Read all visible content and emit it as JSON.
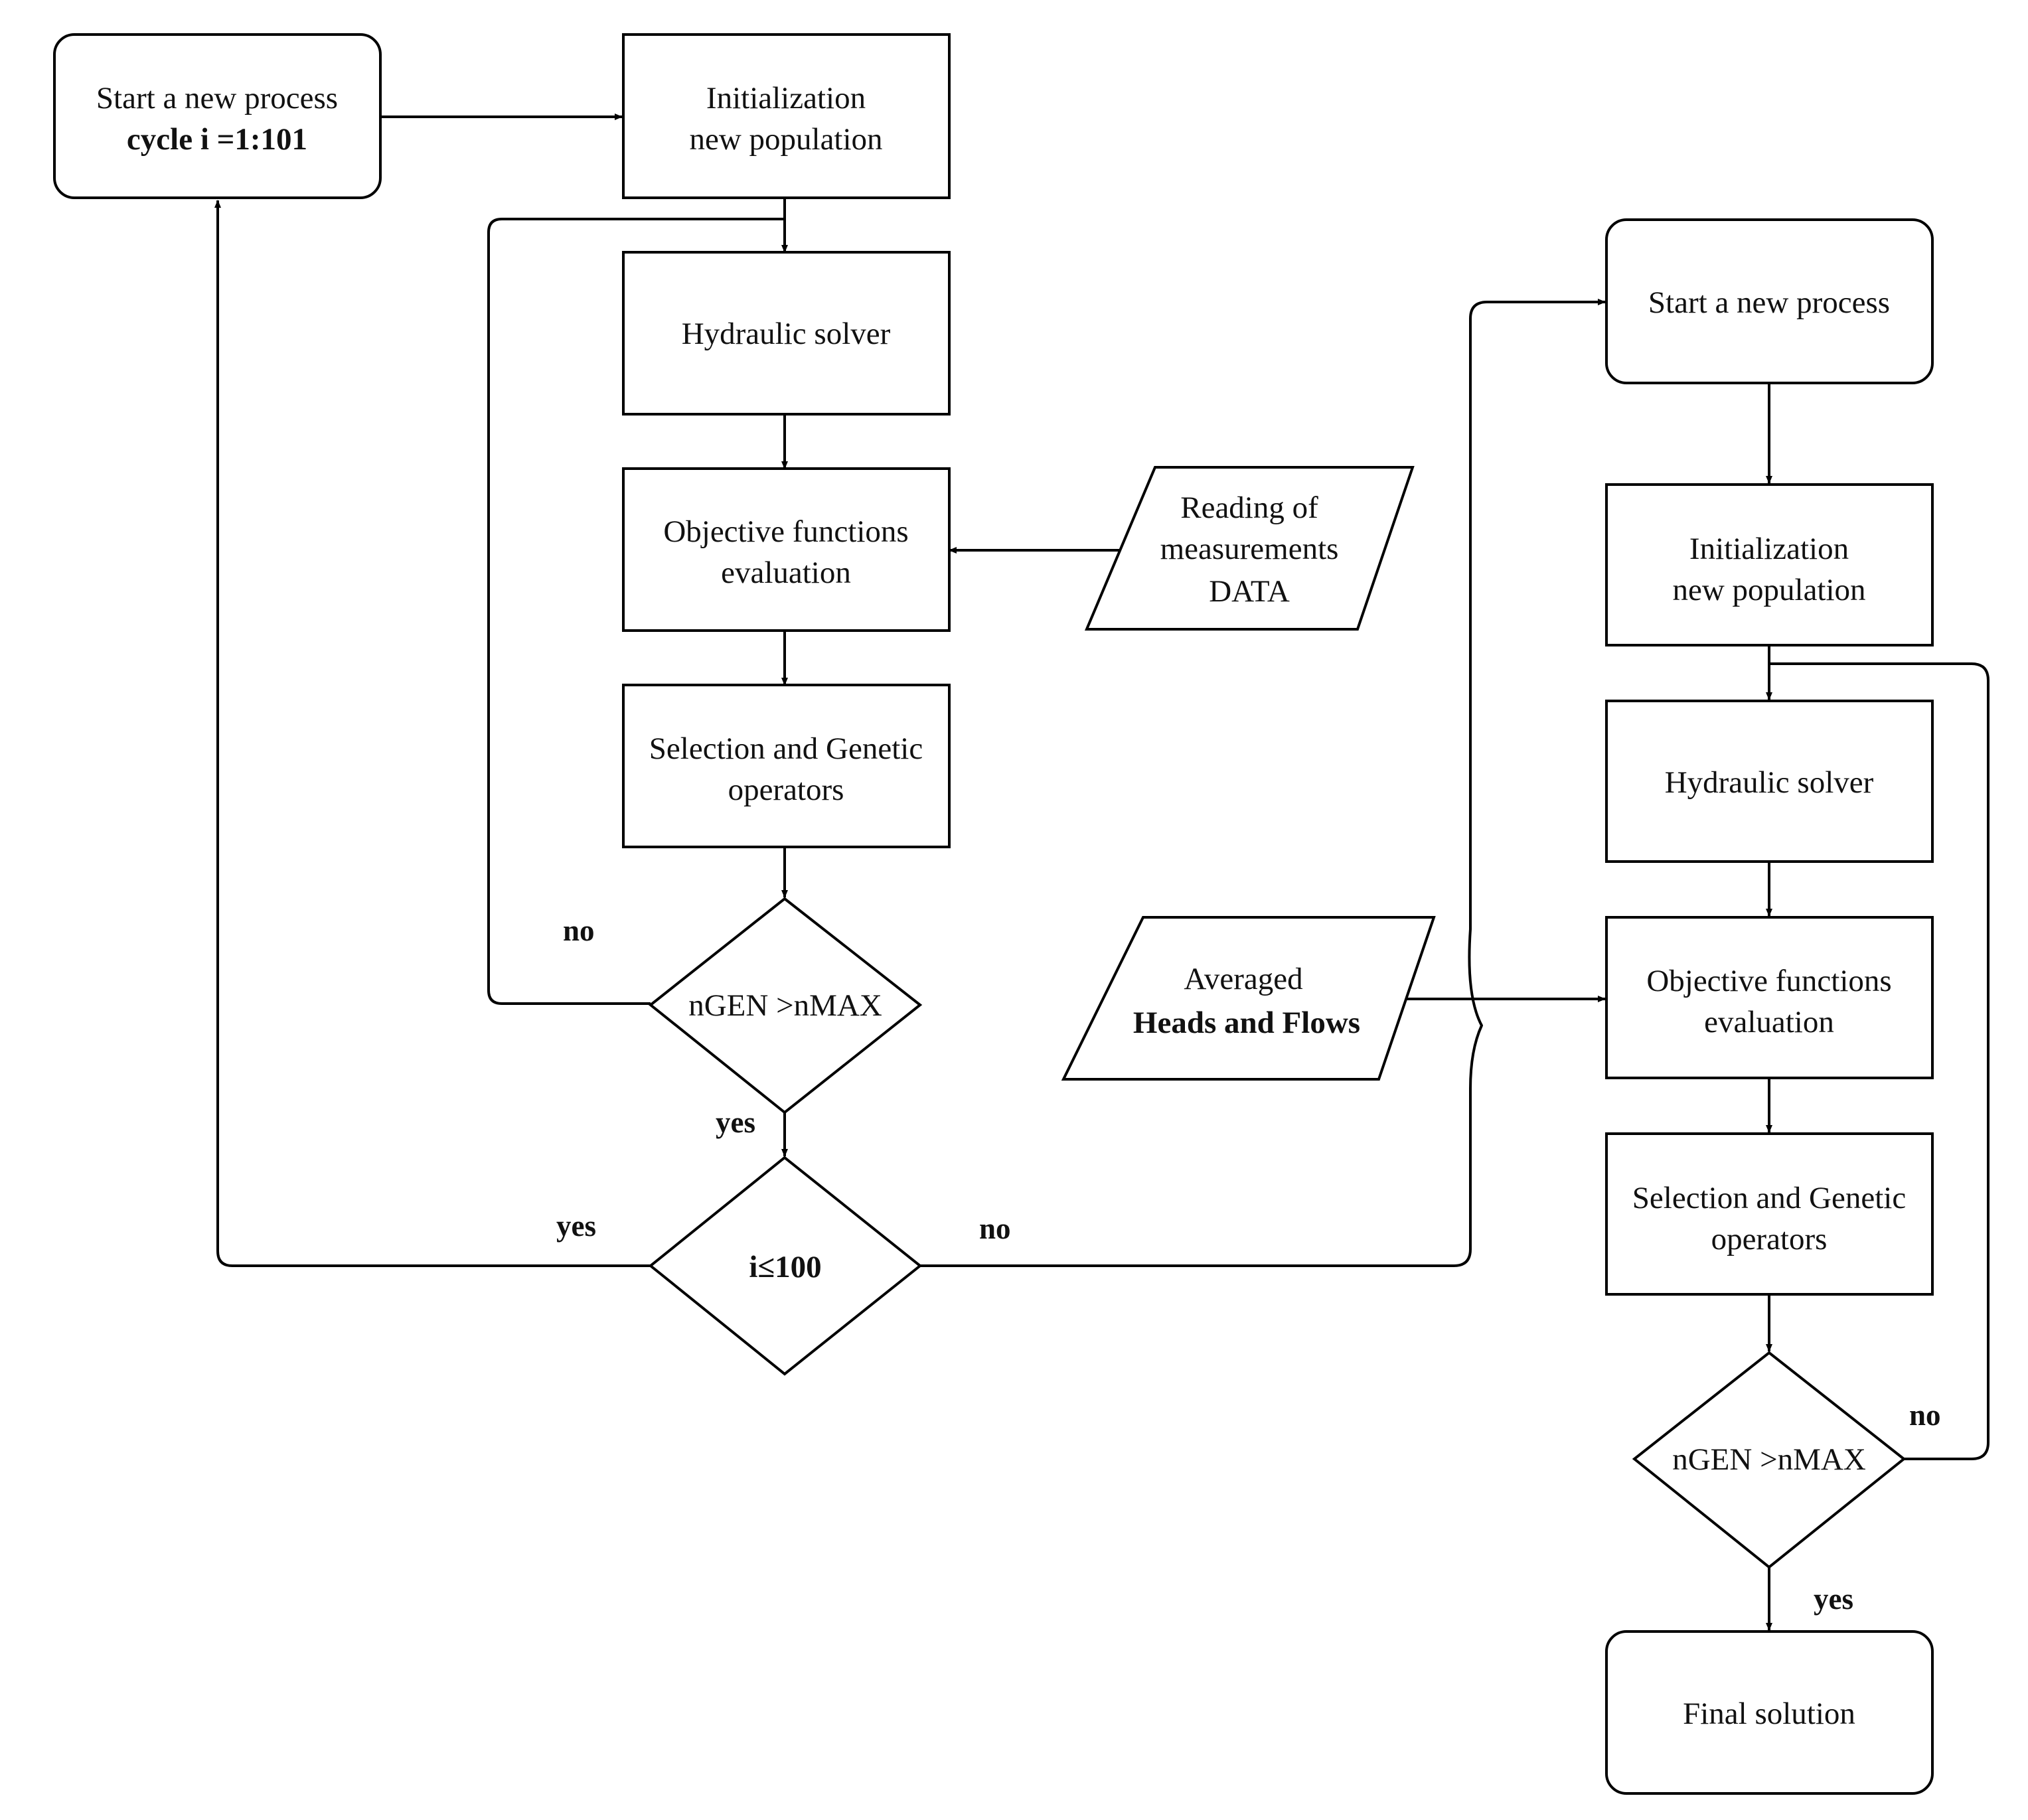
{
  "nodes": {
    "start_cycle": {
      "line1": "Start a new process",
      "line2": "cycle i =1:101"
    },
    "init_1": {
      "line1": "Initialization",
      "line2": "new population"
    },
    "hydraulic_1": {
      "label": "Hydraulic solver"
    },
    "objective_1": {
      "line1": "Objective functions",
      "line2": "evaluation"
    },
    "selection_1": {
      "line1": "Selection and Genetic",
      "line2": "operators"
    },
    "reading_data": {
      "line1": "Reading of",
      "line2": "measurements",
      "line3": "DATA"
    },
    "decision_gen_1": {
      "label": "nGEN >nMAX"
    },
    "decision_i": {
      "label": "i≤100"
    },
    "start_2": {
      "label": "Start a new process"
    },
    "init_2": {
      "line1": "Initialization",
      "line2": "new population"
    },
    "hydraulic_2": {
      "label": "Hydraulic solver"
    },
    "averaged": {
      "line1": "Averaged",
      "line2": "Heads and Flows"
    },
    "objective_2": {
      "line1": "Objective functions",
      "line2": "evaluation"
    },
    "selection_2": {
      "line1": "Selection and Genetic",
      "line2": "operators"
    },
    "decision_gen_2": {
      "label": "nGEN >nMAX"
    },
    "final": {
      "label": "Final solution"
    }
  },
  "edge_labels": {
    "gen1_no": "no",
    "gen1_yes": "yes",
    "i_yes": "yes",
    "i_no": "no",
    "gen2_no": "no",
    "gen2_yes": "yes"
  }
}
